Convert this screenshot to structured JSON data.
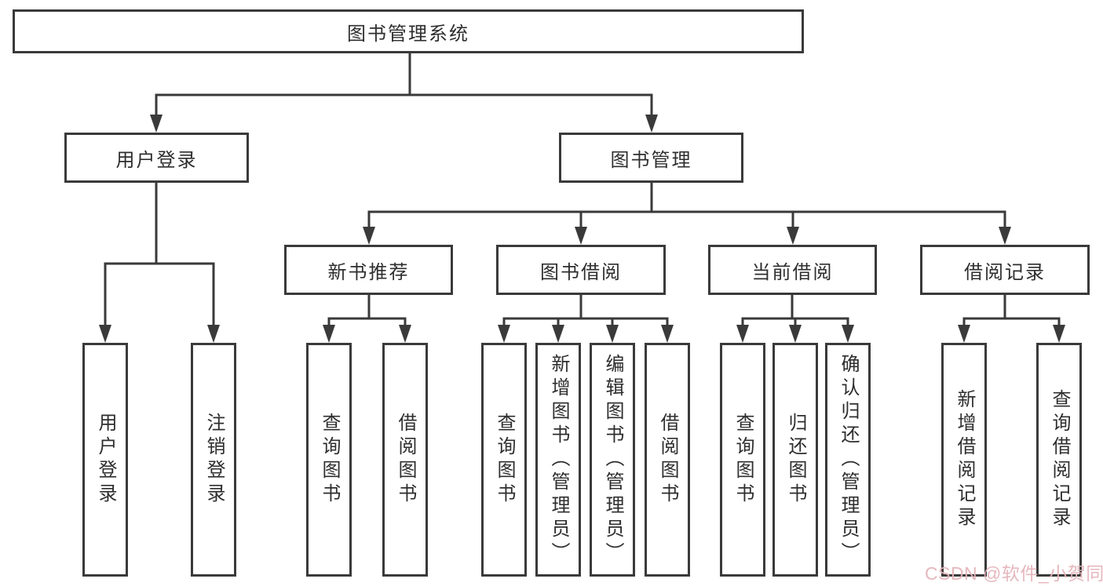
{
  "diagram": {
    "root": {
      "label": "图书管理系统"
    },
    "level2": [
      {
        "label": "用户登录"
      },
      {
        "label": "图书管理"
      }
    ],
    "level3": [
      {
        "label": "新书推荐"
      },
      {
        "label": "图书借阅"
      },
      {
        "label": "当前借阅"
      },
      {
        "label": "借阅记录"
      }
    ],
    "leaves": {
      "user_login": [
        "用户登录",
        "注销登录"
      ],
      "new_books": [
        "查询图书",
        "借阅图书"
      ],
      "book_borrow": [
        "查询图书",
        "新增图书（管理员）",
        "编辑图书（管理员）",
        "借阅图书"
      ],
      "current_borrow": [
        "查询图书",
        "归还图书",
        "确认归还（管理员）"
      ],
      "borrow_records": [
        "新增借阅记录",
        "查询借阅记录"
      ]
    }
  },
  "watermark": {
    "text": "CSDN @软件_小贺同学"
  },
  "colors": {
    "background": "#ffffff",
    "line": "#3a3a3a",
    "text": "#2e2e2e",
    "watermark": "#e5b4ba"
  }
}
